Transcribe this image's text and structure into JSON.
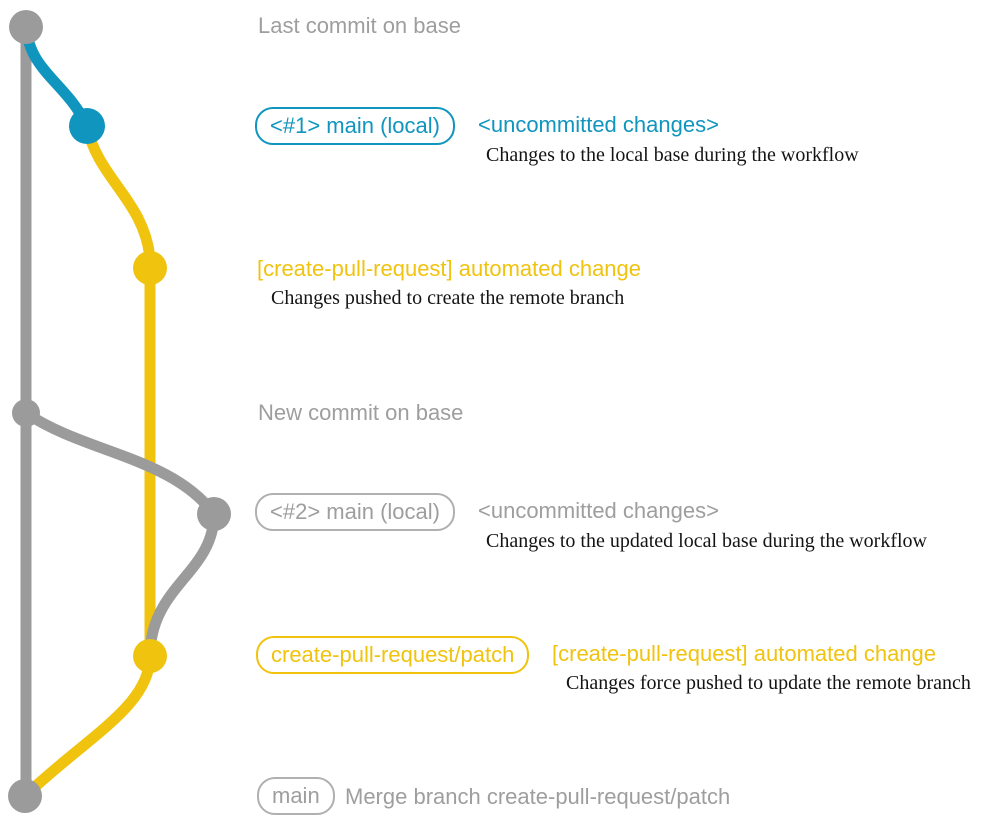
{
  "colors": {
    "gray": "#9B9B9B",
    "gray_text": "#9E9E9E",
    "gray_border": "#B0B0B0",
    "blue": "#1095BF",
    "yellow": "#F0C30E",
    "ink": "#141414",
    "bg": "#FFFFFF"
  },
  "rows": [
    {
      "text": "Last commit on base"
    },
    {
      "badge": "<#1> main (local)",
      "title": "<uncommitted changes>",
      "desc": "Changes to the local base during the workflow"
    },
    {
      "title": "[create-pull-request] automated change",
      "desc": "Changes pushed to create the remote branch"
    },
    {
      "text": "New commit on base"
    },
    {
      "badge": "<#2> main (local)",
      "title": "<uncommitted changes>",
      "desc": "Changes to the updated local base during the workflow"
    },
    {
      "badge": "create-pull-request/patch",
      "title": "[create-pull-request] automated change",
      "desc": "Changes force pushed to update the remote branch"
    },
    {
      "badge": "main",
      "text": "Merge branch create-pull-request/patch"
    }
  ]
}
